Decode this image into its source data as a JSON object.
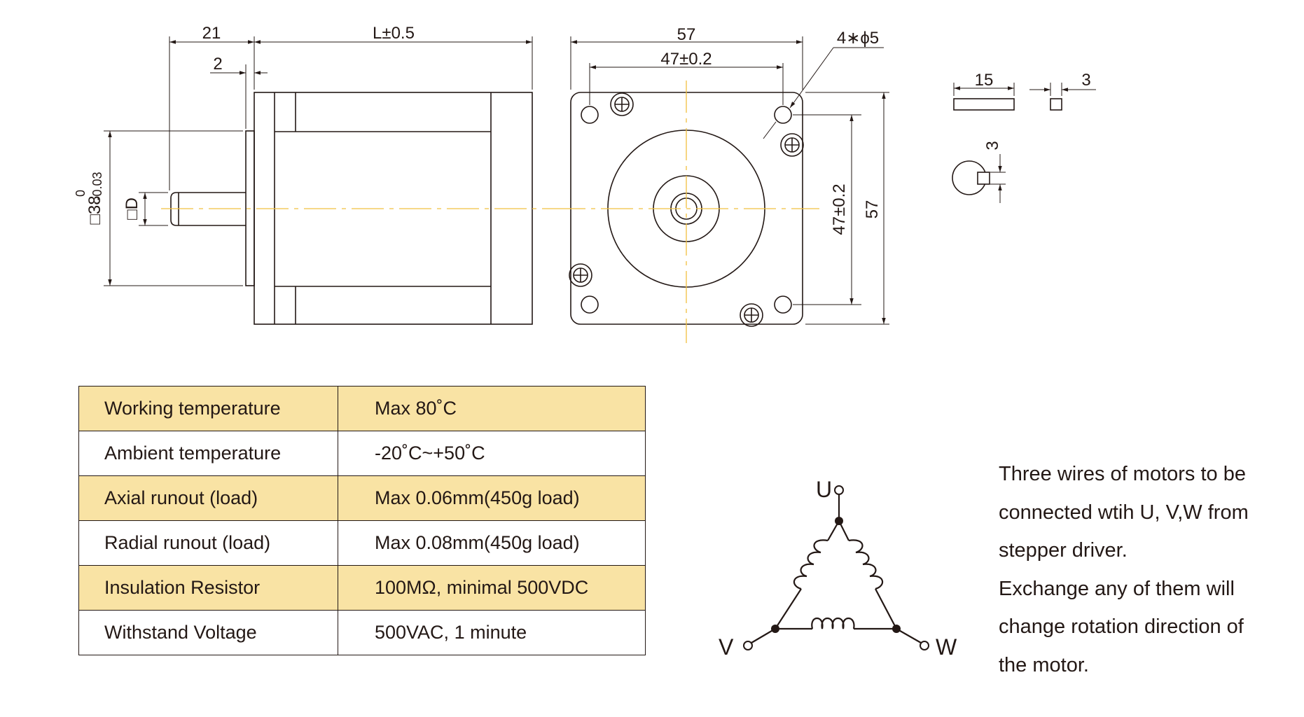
{
  "dimensions": {
    "shaft_length": "21",
    "body_length": "L±0.5",
    "collar": "2",
    "pilot": "□38",
    "pilot_tol_upper": "0",
    "pilot_tol_lower": "-0.03",
    "shaft_flat": "□D",
    "flange_width": "57",
    "hole_pitch": "47±0.2",
    "holes": "4∗ϕ5",
    "hole_pitch_vertical": "47±0.2",
    "flange_height": "57",
    "key_length": "15",
    "key_width": "3",
    "key_height": "3"
  },
  "specs": [
    {
      "label": "Working temperature",
      "value": "Max 80˚C"
    },
    {
      "label": "Ambient temperature",
      "value": "-20˚C~+50˚C"
    },
    {
      "label": "Axial runout (load)",
      "value": "Max 0.06mm(450g load)"
    },
    {
      "label": "Radial runout (load)",
      "value": "Max 0.08mm(450g load)"
    },
    {
      "label": "Insulation Resistor",
      "value": "100MΩ,  minimal 500VDC"
    },
    {
      "label": "Withstand Voltage",
      "value": "500VAC,  1 minute"
    }
  ],
  "wiring": {
    "terminal_u": "U",
    "terminal_v": "V",
    "terminal_w": "W"
  },
  "note_lines": [
    "Three wires of  motors to be",
    "connected wtih U, V,W from",
    "stepper driver.",
    "Exchange any of them will",
    "change rotation direction of",
    "the motor."
  ],
  "colors": {
    "line": "#231815",
    "centerline": "#f0c040",
    "table_shade": "#f9e3a4"
  }
}
